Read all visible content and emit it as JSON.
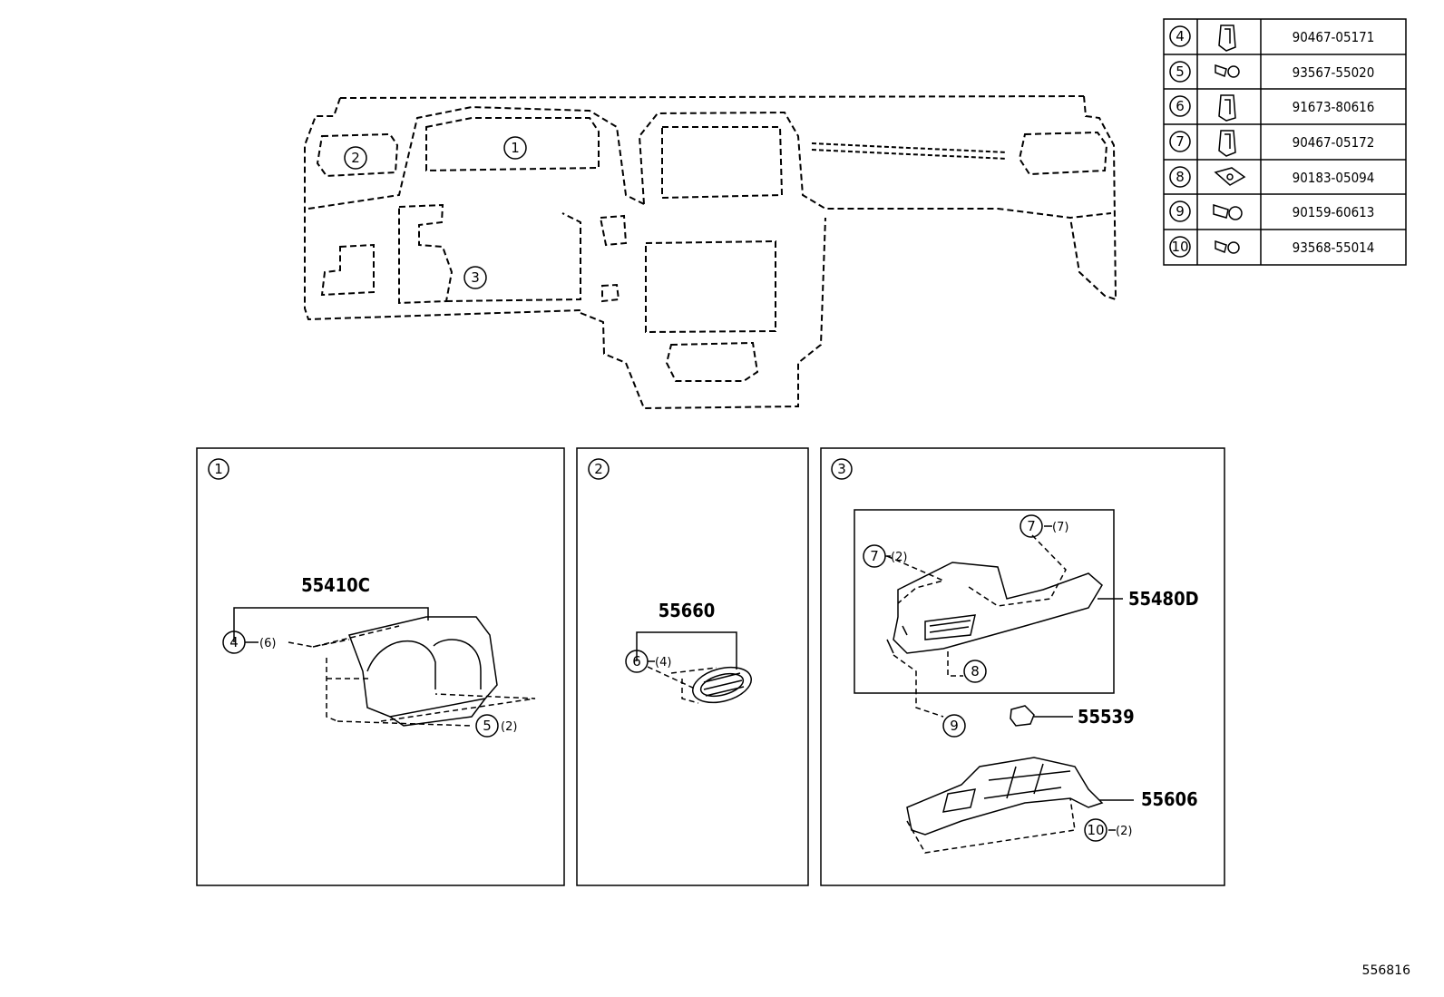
{
  "figure_code": "556816",
  "parts_table": [
    {
      "ref": "4",
      "part_no": "90467-05171",
      "icon": "clip-icon"
    },
    {
      "ref": "5",
      "part_no": "93567-55020",
      "icon": "screw-icon"
    },
    {
      "ref": "6",
      "part_no": "91673-80616",
      "icon": "clip-icon"
    },
    {
      "ref": "7",
      "part_no": "90467-05172",
      "icon": "clip-icon"
    },
    {
      "ref": "8",
      "part_no": "90183-05094",
      "icon": "nut-icon"
    },
    {
      "ref": "9",
      "part_no": "90159-60613",
      "icon": "screw-icon"
    },
    {
      "ref": "10",
      "part_no": "93568-55014",
      "icon": "screw-icon"
    }
  ],
  "overview_callouts": [
    "1",
    "2",
    "3"
  ],
  "panels": [
    {
      "ref": "1",
      "parts": [
        {
          "number": "55410C"
        }
      ],
      "callouts": [
        {
          "ref": "4",
          "qty": "(6)"
        },
        {
          "ref": "5",
          "qty": "(2)"
        }
      ]
    },
    {
      "ref": "2",
      "parts": [
        {
          "number": "55660"
        }
      ],
      "callouts": [
        {
          "ref": "6",
          "qty": "(4)"
        }
      ]
    },
    {
      "ref": "3",
      "parts": [
        {
          "number": "55480D"
        },
        {
          "number": "55539"
        },
        {
          "number": "55606"
        }
      ],
      "callouts": [
        {
          "ref": "7",
          "qty": "(7)"
        },
        {
          "ref": "7",
          "qty": "(2)"
        },
        {
          "ref": "8",
          "qty": ""
        },
        {
          "ref": "9",
          "qty": ""
        },
        {
          "ref": "10",
          "qty": "(2)"
        }
      ]
    }
  ]
}
